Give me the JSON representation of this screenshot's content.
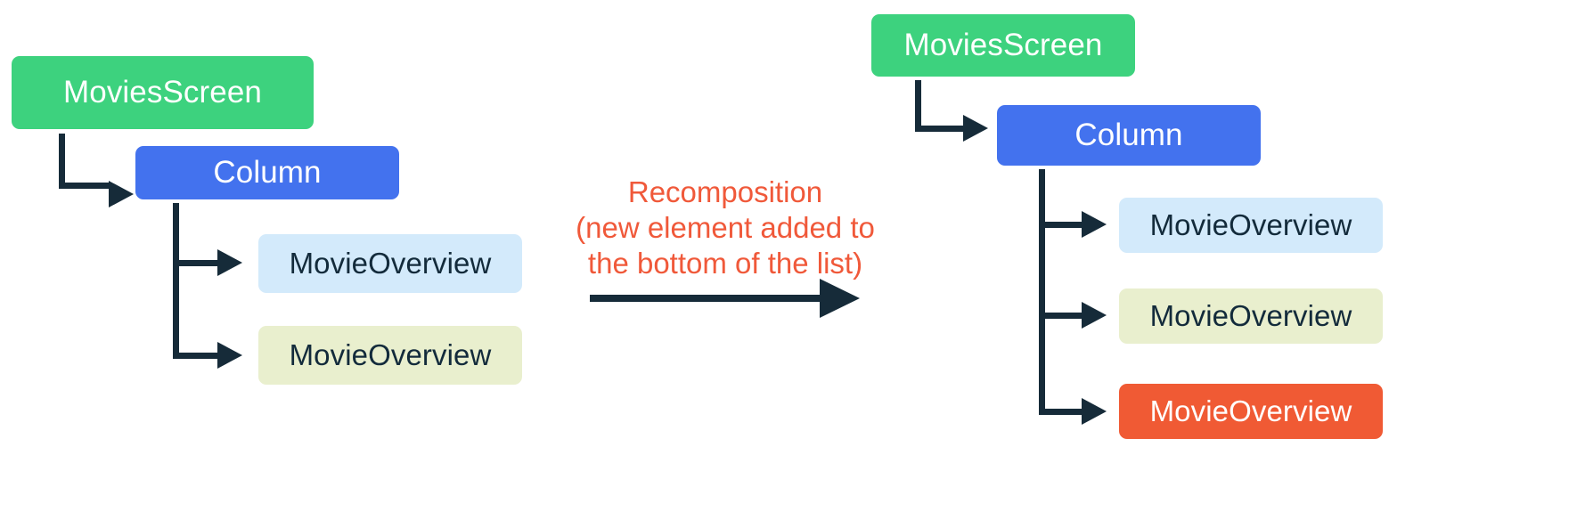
{
  "diagram": {
    "title": "Compose recomposition tree comparison",
    "colors": {
      "green": "#3dd27e",
      "blue": "#4372ee",
      "light_blue": "#d3eafb",
      "light_yellow": "#e9efce",
      "orange": "#f05a34",
      "connector": "#162b39",
      "text_dark": "#132b3b",
      "text_light": "#ffffff",
      "background": "#ffffff"
    },
    "before": {
      "root": {
        "label": "MoviesScreen"
      },
      "column": {
        "label": "Column"
      },
      "children": [
        {
          "label": "MovieOverview",
          "color": "light_blue"
        },
        {
          "label": "MovieOverview",
          "color": "light_yellow"
        }
      ]
    },
    "transition": {
      "caption_line_1": "Recomposition",
      "caption_line_2": "(new element added to",
      "caption_line_3": "the bottom of the list)",
      "arrow": "right-arrow"
    },
    "after": {
      "root": {
        "label": "MoviesScreen"
      },
      "column": {
        "label": "Column"
      },
      "children": [
        {
          "label": "MovieOverview",
          "color": "light_blue"
        },
        {
          "label": "MovieOverview",
          "color": "light_yellow"
        },
        {
          "label": "MovieOverview",
          "color": "orange"
        }
      ]
    }
  }
}
